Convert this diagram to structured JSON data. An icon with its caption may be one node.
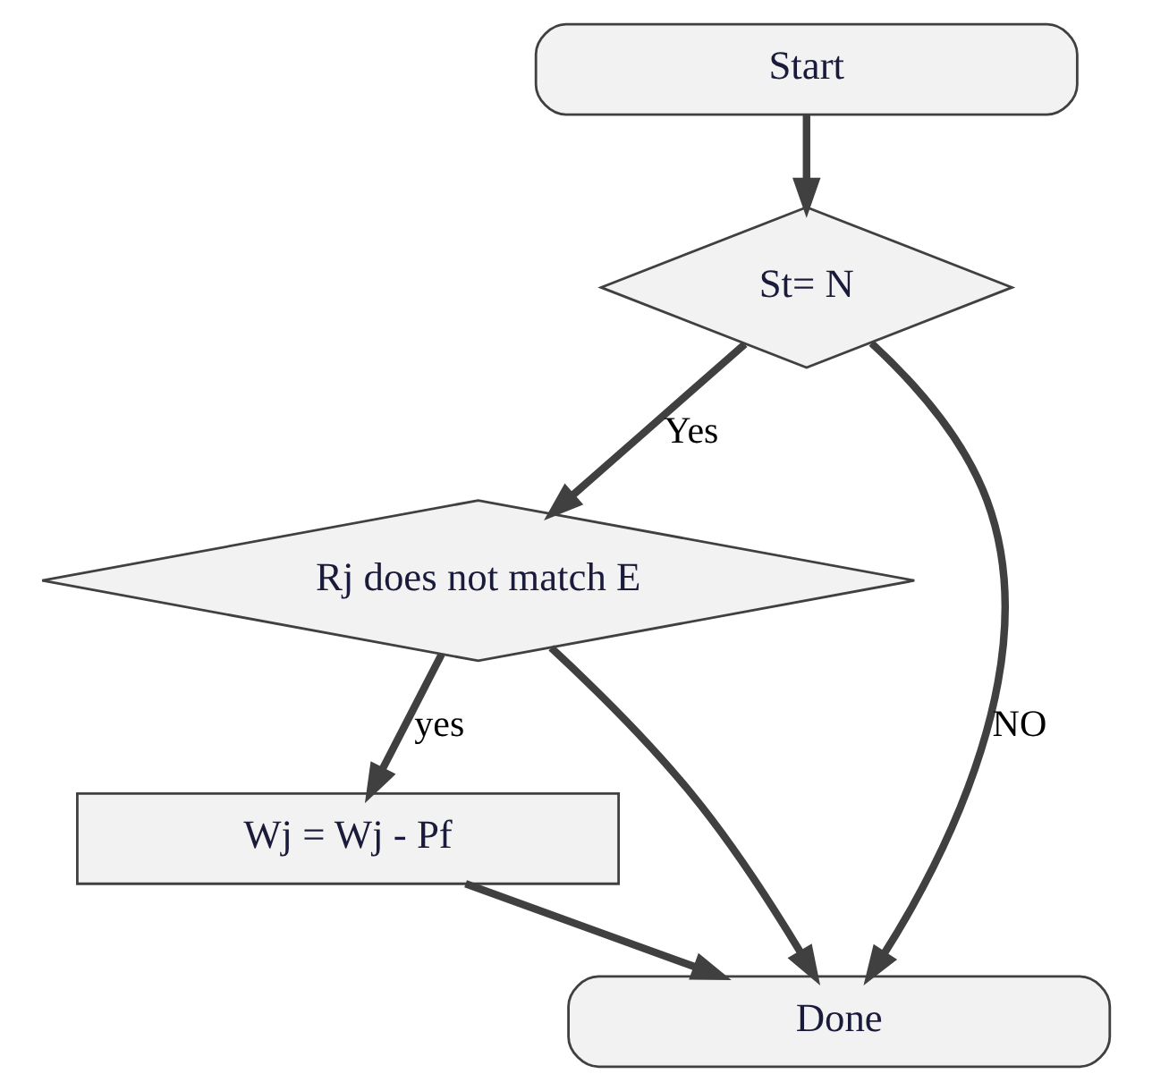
{
  "diagram": {
    "nodes": [
      {
        "text": [
          "Start"
        ]
      },
      {
        "text": [
          "St= N"
        ]
      },
      {
        "text": [
          "Rj does not match E"
        ]
      },
      {
        "text": [
          "Wj = Wj - Pf"
        ]
      },
      {
        "text": [
          "Done"
        ]
      }
    ],
    "edges": [
      {
        "from": 0,
        "to": 1,
        "arrow": "to"
      },
      {
        "from": 1,
        "to": 2,
        "arrow": "to",
        "label": "Yes"
      },
      {
        "from": 2,
        "to": 3,
        "arrow": "to",
        "label": "yes"
      },
      {
        "from": 3,
        "to": 4,
        "arrow": "to"
      },
      {
        "from": 1,
        "to": 4,
        "arrow": "to",
        "label": "NO"
      },
      {
        "from": 2,
        "to": 4,
        "arrow": "to"
      }
    ]
  }
}
